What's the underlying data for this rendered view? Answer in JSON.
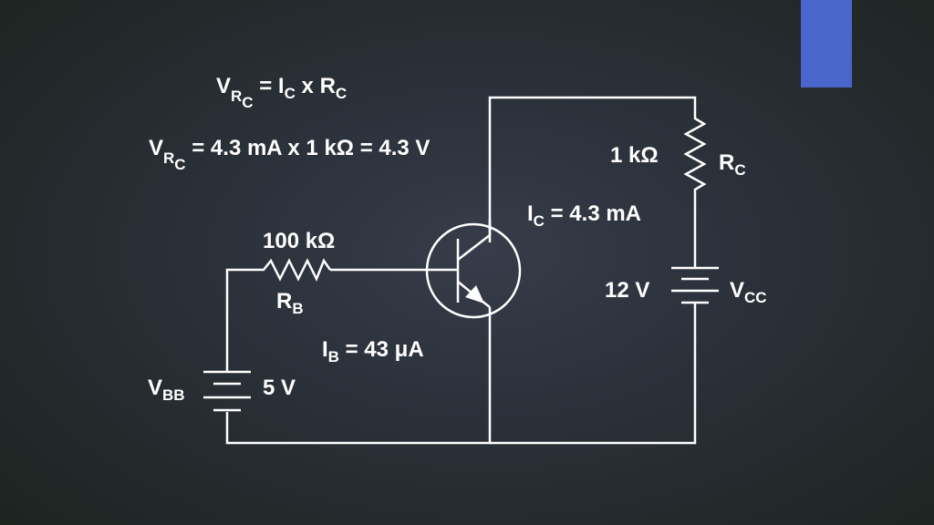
{
  "colors": {
    "accent_bar": "#4a66cc",
    "wire": "#ffffff",
    "text": "#ffffff"
  },
  "formulas": {
    "line1": {
      "v": "V",
      "r": "R",
      "c": "C",
      "eq": " = I",
      "c2": "C",
      "x": " x R",
      "c3": "C"
    },
    "line2": {
      "v": "V",
      "r": "R",
      "c": "C",
      "rest": " = 4.3 mA x 1 kΩ = 4.3 V"
    }
  },
  "labels": {
    "rc_value": "1 kΩ",
    "rc_name": {
      "main": "R",
      "sub": "C"
    },
    "ic": {
      "main": "I",
      "sub": "C",
      "rest": " = 4.3 mA"
    },
    "rb_value": "100 kΩ",
    "rb_name": {
      "main": "R",
      "sub": "B"
    },
    "ib": {
      "main": "I",
      "sub": "B",
      "rest": "  = 43 μA"
    },
    "vcc_value": "12 V",
    "vcc_name": {
      "main": "V",
      "sub": "CC"
    },
    "vbb_value": "5 V",
    "vbb_name": {
      "main": "V",
      "sub": "BB"
    }
  }
}
